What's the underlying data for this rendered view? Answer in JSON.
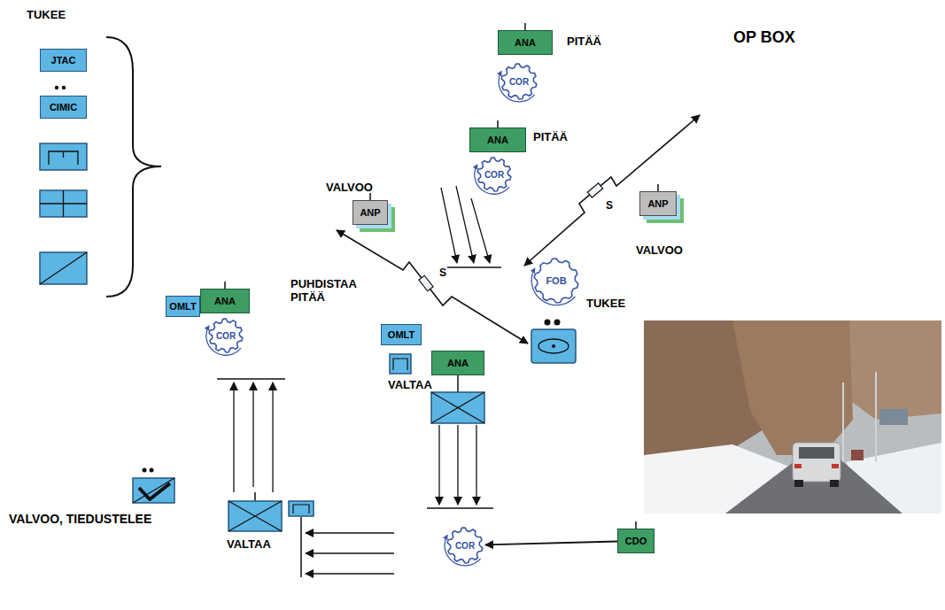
{
  "diagram": {
    "nodes": [
      {
        "text": [
          "JTAC"
        ]
      },
      {
        "text": [
          "CIMIC"
        ]
      },
      {
        "text": [
          "OP BOX"
        ]
      },
      {
        "text": [
          "ANA"
        ],
        "in": 2
      },
      {
        "text": [
          "COR"
        ],
        "in": 2
      },
      {
        "text": [
          "ANA"
        ],
        "in": 2
      },
      {
        "text": [
          "COR"
        ],
        "in": 2
      },
      {
        "text": [
          "ANP"
        ]
      },
      {
        "text": [
          "ANP"
        ]
      },
      {
        "text": [
          "OMLT"
        ]
      },
      {
        "text": [
          "ANA"
        ],
        "in": 2
      },
      {
        "text": [
          "COR"
        ],
        "in": 2
      },
      {
        "text": [
          "FOB"
        ]
      },
      {
        "text": [
          "OMLT"
        ],
        "in": 2
      },
      {
        "text": [
          "ANA"
        ],
        "in": 2
      },
      {
        "text": [
          "COR"
        ],
        "in": 2
      },
      {
        "text": [
          "CDO"
        ]
      }
    ],
    "edges": [
      {
        "from": 16,
        "to": 15,
        "arrow": "to"
      }
    ],
    "labels": [
      "TUKEE",
      "PITÄÄ",
      "PITÄÄ",
      "VALVOO",
      "VALVOO",
      "S",
      "S",
      "PUHDISTAA PITÄÄ",
      "TUKEE",
      "VALTAA",
      "VALVOO, TIEDUSTELEE",
      "VALTAA"
    ]
  }
}
